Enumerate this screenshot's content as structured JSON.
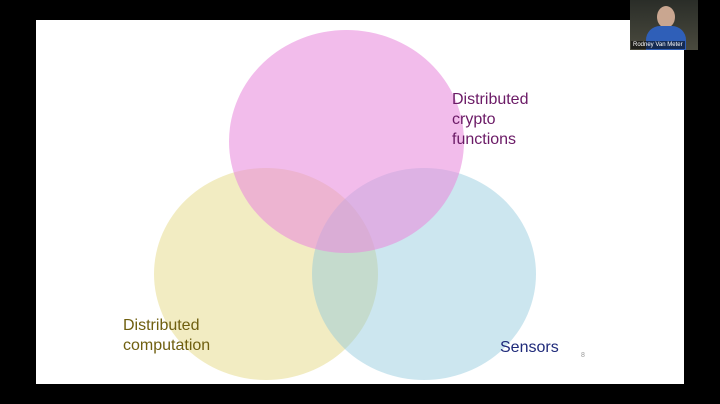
{
  "diagram": {
    "sets": {
      "crypto": {
        "lines": [
          "Distributed",
          "crypto",
          "functions"
        ],
        "color": "#e88cdc"
      },
      "computation": {
        "lines": [
          "Distributed",
          "computation"
        ],
        "color": "#e2d478"
      },
      "sensors": {
        "lines": [
          "Sensors"
        ],
        "color": "#8ec8dc"
      }
    },
    "slide_number": "8"
  },
  "participant": {
    "name": "Rodney Van Meter"
  }
}
